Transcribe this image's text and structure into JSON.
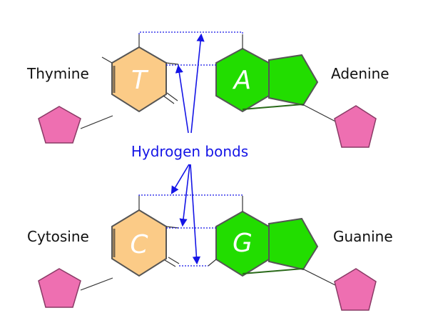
{
  "labels": {
    "thymine": "Thymine",
    "adenine": "Adenine",
    "cytosine": "Cytosine",
    "guanine": "Guanine",
    "hydrogen_bonds": "Hydrogen bonds"
  },
  "letters": {
    "T": "T",
    "A": "A",
    "C": "C",
    "G": "G"
  },
  "colors": {
    "pyrimidine_fill": "#FBCB87",
    "purine_fill": "#22DD00",
    "sugar_fill": "#EE6FB1",
    "bond_color": "#1515E6",
    "stroke": "#333333"
  }
}
